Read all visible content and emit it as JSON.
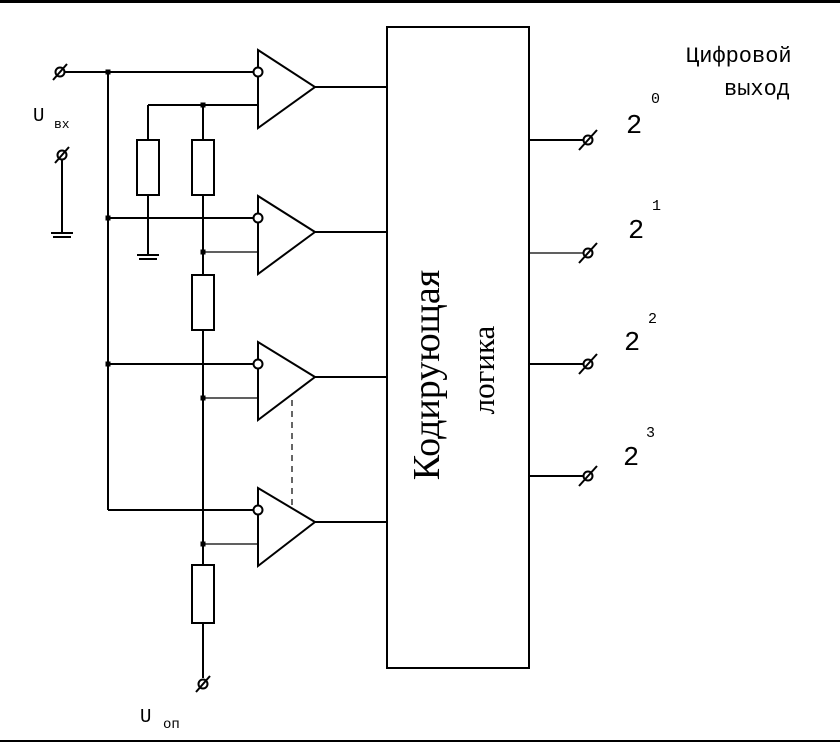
{
  "input": {
    "label_main": "U",
    "label_sub": "вх"
  },
  "reference": {
    "label_main": "U",
    "label_sub": "оп"
  },
  "encoder": {
    "line1": "Кодирующая",
    "line2": "логика"
  },
  "output": {
    "title_line1": "Цифровой",
    "title_line2": "выход",
    "bits": [
      {
        "base": "2",
        "exp": "0"
      },
      {
        "base": "2",
        "exp": "1"
      },
      {
        "base": "2",
        "exp": "2"
      },
      {
        "base": "2",
        "exp": "3"
      }
    ]
  },
  "terminal_symbol": "⌀"
}
